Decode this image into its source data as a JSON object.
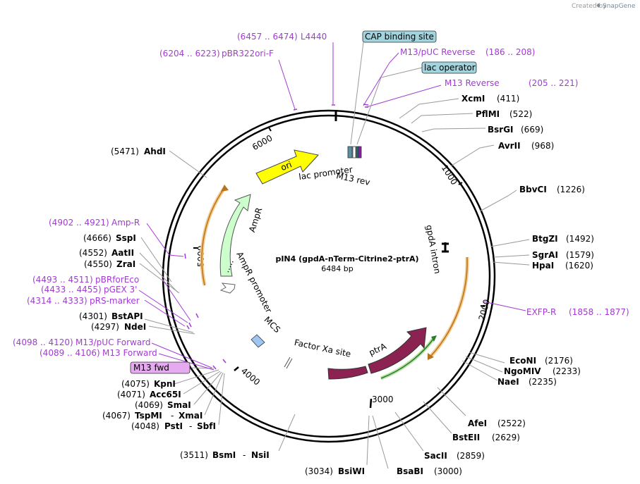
{
  "credit": {
    "created_by": "Created by",
    "brand": "SnapGene"
  },
  "plasmid": {
    "name": "pIN4 (gpdA-nTerm-Citrine2-ptrA)",
    "size": "6484 bp"
  },
  "ticks": [
    "1000",
    "2000",
    "3000",
    "4000",
    "5000",
    "6000"
  ],
  "features": {
    "ori": "ori",
    "ampr": "AmpR",
    "ampr_promoter": "AmpR promoter",
    "lac_promoter": "lac promoter",
    "m13_rev": "M13 rev",
    "gpda_intron": "gpdA intron",
    "mcs": "MCS",
    "factor_xa": "Factor Xa site",
    "ptra": "ptrA",
    "dots": "....."
  },
  "boxed": {
    "cap": "CAP binding site",
    "lac_operator": "lac operator",
    "m13_fwd": "M13 fwd"
  },
  "right_labels": [
    {
      "name": "XcmI",
      "pos": "(411)",
      "kind": "enzyme"
    },
    {
      "name": "PflMI",
      "pos": "(522)",
      "kind": "enzyme"
    },
    {
      "name": "BsrGI",
      "pos": "(669)",
      "kind": "enzyme"
    },
    {
      "name": "AvrII",
      "pos": "(968)",
      "kind": "enzyme"
    },
    {
      "name": "BbvCI",
      "pos": "(1226)",
      "kind": "enzyme"
    },
    {
      "name": "BtgZI",
      "pos": "(1492)",
      "kind": "enzyme"
    },
    {
      "name": "SgrAI",
      "pos": "(1579)",
      "kind": "enzyme"
    },
    {
      "name": "HpaI",
      "pos": "(1620)",
      "kind": "enzyme"
    },
    {
      "name": "EXFP-R",
      "pos": "(1858 .. 1877)",
      "kind": "primer"
    },
    {
      "name": "EcoNI",
      "pos": "(2176)",
      "kind": "enzyme"
    },
    {
      "name": "NgoMIV",
      "pos": "(2233)",
      "kind": "enzyme"
    },
    {
      "name": "NaeI",
      "pos": "(2235)",
      "kind": "enzyme"
    },
    {
      "name": "AfeI",
      "pos": "(2522)",
      "kind": "enzyme"
    },
    {
      "name": "BstEII",
      "pos": "(2629)",
      "kind": "enzyme"
    },
    {
      "name": "SacII",
      "pos": "(2859)",
      "kind": "enzyme"
    }
  ],
  "top_primers": [
    {
      "name": "M13/pUC Reverse",
      "pos": "(186 .. 208)"
    },
    {
      "name": "M13 Reverse",
      "pos": "(205 .. 221)"
    },
    {
      "name": "L4440",
      "pos": "(6457 .. 6474)"
    },
    {
      "name": "pBR322ori-F",
      "pos": "(6204 .. 6223)"
    }
  ],
  "bottom_labels": [
    {
      "name": "BsaBI",
      "pos": "(3000)"
    },
    {
      "name": "BsiWI",
      "pos": "(3034)"
    }
  ],
  "bsmi_nsii": {
    "pos": "(3511)",
    "name1": "BsmI",
    "sep": "-",
    "name2": "NsiI"
  },
  "left_labels": [
    {
      "name": "AhdI",
      "pos": "(5471)",
      "kind": "enzyme"
    },
    {
      "name": "Amp-R",
      "pos": "(4902 .. 4921)",
      "kind": "primer"
    },
    {
      "name": "SspI",
      "pos": "(4666)",
      "kind": "enzyme"
    },
    {
      "name": "AatII",
      "pos": "(4552)",
      "kind": "enzyme"
    },
    {
      "name": "ZraI",
      "pos": "(4550)",
      "kind": "enzyme"
    },
    {
      "name": "pBRforEco",
      "pos": "(4493 .. 4511)",
      "kind": "primer"
    },
    {
      "name": "pGEX 3'",
      "pos": "(4433 .. 4455)",
      "kind": "primer"
    },
    {
      "name": "pRS-marker",
      "pos": "(4314 .. 4333)",
      "kind": "primer"
    },
    {
      "name": "BstAPI",
      "pos": "(4301)",
      "kind": "enzyme"
    },
    {
      "name": "NdeI",
      "pos": "(4297)",
      "kind": "enzyme"
    },
    {
      "name": "M13/pUC Forward",
      "pos": "(4098 .. 4120)",
      "kind": "primer"
    },
    {
      "name": "M13 Forward",
      "pos": "(4089 .. 4106)",
      "kind": "primer"
    },
    {
      "name": "KpnI",
      "pos": "(4075)",
      "kind": "enzyme"
    },
    {
      "name": "Acc65I",
      "pos": "(4071)",
      "kind": "enzyme"
    },
    {
      "name": "SmaI",
      "pos": "(4069)",
      "kind": "enzyme"
    }
  ],
  "tspmi": {
    "pos": "(4067)",
    "name1": "TspMI",
    "sep": "-",
    "name2": "XmaI"
  },
  "psti": {
    "pos": "(4048)",
    "name1": "PstI",
    "sep": "-",
    "name2": "SbfI"
  },
  "colors": {
    "ori": "#ffff00",
    "ampr": "#ccffcc",
    "ptra": "#8b2252",
    "primer": "#a23ad6",
    "box": "#a3d3dd",
    "m13_fwd_box": "#e6aaf0",
    "orange": "#e8a33b"
  }
}
